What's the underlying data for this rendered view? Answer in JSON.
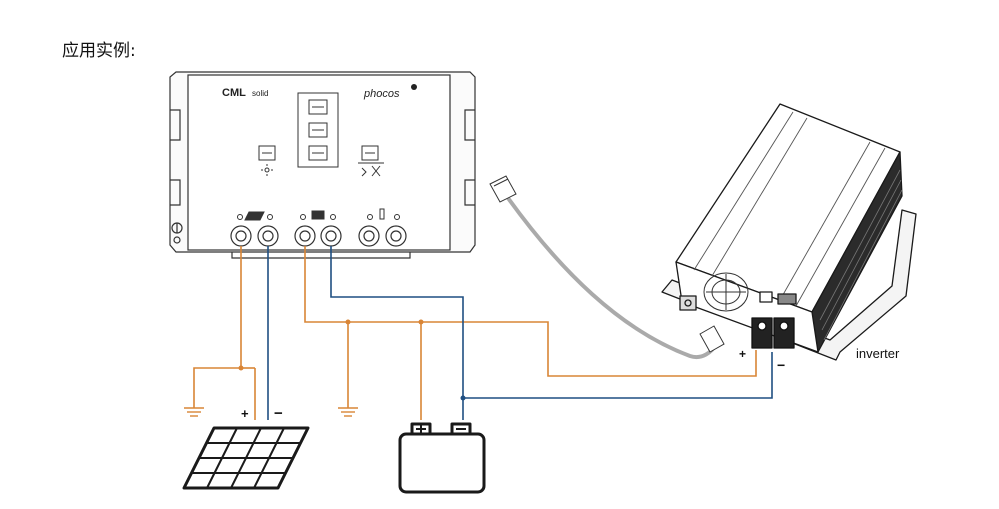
{
  "title": "应用实例:",
  "controller": {
    "brand_left": "CML",
    "brand_left_sub": "solid",
    "brand_right": "phocos"
  },
  "labels": {
    "inverter": "inverter",
    "solar_plus": "+",
    "solar_minus": "−",
    "inverter_plus": "+",
    "inverter_minus": "−",
    "battery_plus": "+",
    "battery_minus": "−"
  },
  "colors": {
    "positive_wire": "#d98536",
    "negative_wire": "#1f4f82",
    "device_stroke": "#1a1a1a",
    "comm_cable": "#aaaaaa"
  }
}
